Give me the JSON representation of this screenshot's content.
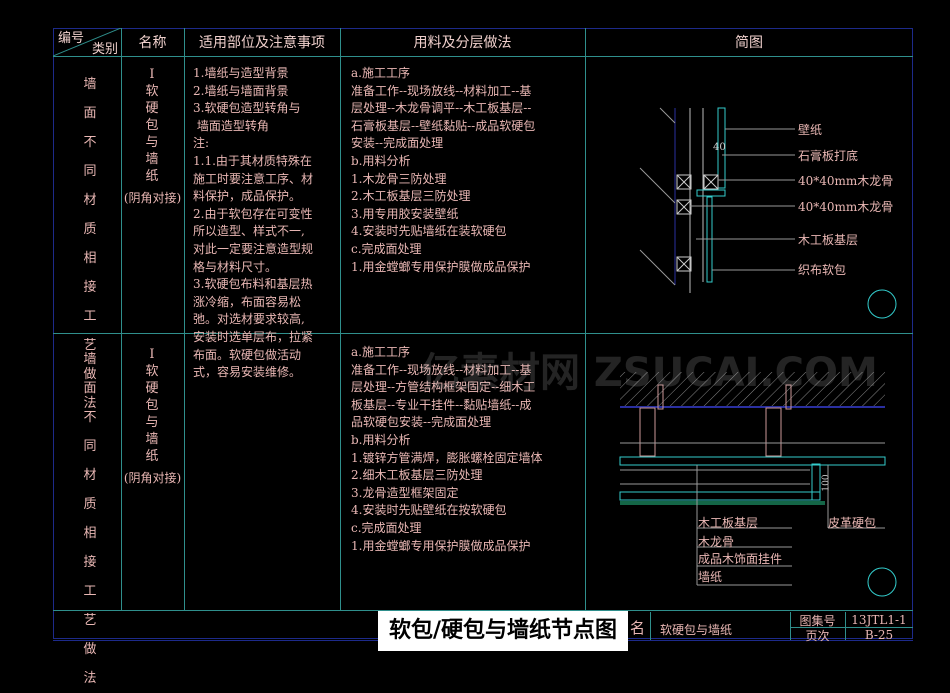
{
  "header": {
    "code": "编号",
    "category": "类别",
    "name": "名称",
    "scope": "适用部位及注意事项",
    "materials": "用料及分层做法",
    "sketch": "简图"
  },
  "rows": [
    {
      "category": [
        "墙",
        "面",
        "不",
        "同",
        "材",
        "质",
        "相",
        "接",
        "工",
        "艺",
        "做",
        "法"
      ],
      "name": [
        "I",
        "软",
        "硬",
        "包",
        "与",
        "墙",
        "纸"
      ],
      "name_note": "(阴角对接)",
      "materials": [
        "a.施工工序",
        "准备工作--现场放线--材料加工--基",
        "层处理--木龙骨调平--木工板基层--",
        "石膏板基层--壁纸黏贴--成品软硬包",
        "安装--完成面处理",
        "b.用料分析",
        "1.木龙骨三防处理",
        "2.木工板基层三防处理",
        "3.用专用胶安装壁纸",
        "4.安装时先贴墙纸在装软硬包",
        "c.完成面处理",
        "1.用金螳螂专用保护膜做成品保护"
      ],
      "sketch_labels": [
        "壁纸",
        "石膏板打底",
        "40*40mm木龙骨",
        "40*40mm木龙骨",
        "木工板基层",
        "织布软包"
      ],
      "dim": "40"
    },
    {
      "category": [
        "墙",
        "面",
        "不",
        "同",
        "材",
        "质",
        "相",
        "接",
        "工",
        "艺",
        "做",
        "法"
      ],
      "name": [
        "I",
        "软",
        "硬",
        "包",
        "与",
        "墙",
        "纸"
      ],
      "name_note": "(阴角对接)",
      "materials": [
        "a.施工工序",
        "准备工作--现场放线--材料加工--基",
        "层处理--方管结构框架固定--细木工",
        "板基层--专业干挂件--黏贴墙纸--成",
        "品软硬包安装--完成面处理",
        "b.用料分析",
        "1.镀锌方管满焊，膨胀螺栓固定墙体",
        "2.细木工板基层三防处理",
        "3.龙骨造型框架固定",
        "4.安装时先贴壁纸在按软硬包",
        "c.完成面处理",
        "1.用金螳螂专用保护膜做成品保护"
      ],
      "sketch_labels": [
        "木工板基层",
        "木龙骨",
        "成品木饰面挂件",
        "墙纸",
        "皮革硬包"
      ],
      "dim": "100"
    }
  ],
  "scope": [
    "1.墙纸与造型背景",
    "2.墙纸与墙面背景",
    "3.软硬包造型转角与",
    " 墙面造型转角",
    "注:",
    "1.1.由于其材质特殊在",
    "施工时要注意工序、材",
    "料保护，成品保护。",
    "2.由于软包存在可变性",
    "所以造型、样式不一,",
    "对此一定要注意造型规",
    "格与材料尺寸。",
    "3.软硬包布料和基层热",
    "涨冷缩，布面容易松",
    "弛。对选材要求较高,",
    "安装时选单层布，拉紧",
    "布面。软硬包做活动",
    "式，容易安装维修。"
  ],
  "footer": {
    "title_banner": "软包/硬包与墙纸节点图",
    "name_label": "名",
    "name_value": "软硬包与墙纸",
    "atlas_label": "图集号",
    "atlas_value": "13JTL1-1",
    "page_label": "页次",
    "page_value": "B-25"
  },
  "watermark": "亿素材网 ZSUCAI.COM"
}
